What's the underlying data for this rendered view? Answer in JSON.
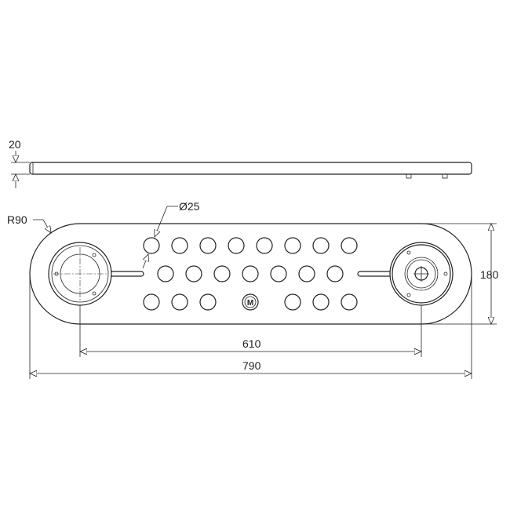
{
  "dimensions": {
    "thickness": "20",
    "radius": "R90",
    "hole_diameter": "Ø25",
    "height": "180",
    "center_distance": "610",
    "overall_length": "790"
  },
  "logo": "M",
  "colors": {
    "line": "#222222",
    "background": "#ffffff"
  }
}
